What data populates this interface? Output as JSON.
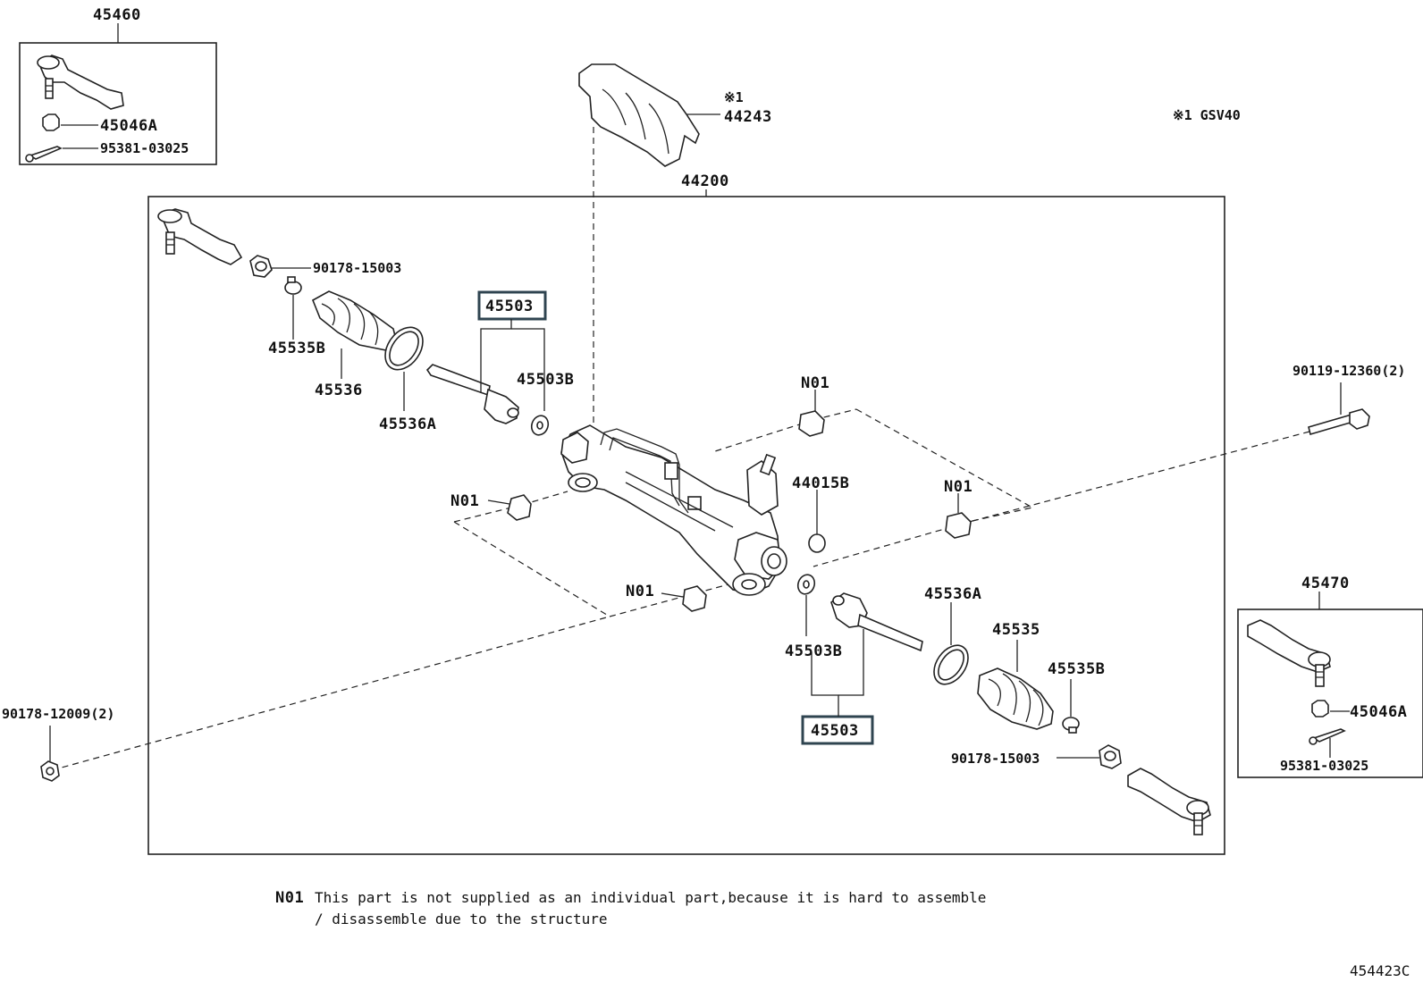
{
  "labels": {
    "p45460": "45460",
    "p45046a_top": "45046A",
    "p95381_top": "95381-03025",
    "p44243_mark": "※1",
    "p44243": "44243",
    "legend_gsv40": "※1 GSV40",
    "p44200": "44200",
    "p90178_15003_top": "90178-15003",
    "p45503_top": "45503",
    "p45535b_top": "45535B",
    "p45536": "45536",
    "p45503b_top": "45503B",
    "p45536a_top": "45536A",
    "n01_a": "N01",
    "n01_b": "N01",
    "n01_c": "N01",
    "n01_d": "N01",
    "p44015b": "44015B",
    "p90119": "90119-12360(2)",
    "p45470": "45470",
    "p45536a_bot": "45536A",
    "p45535": "45535",
    "p45503b_bot": "45503B",
    "p45535b_bot": "45535B",
    "p45503_bot": "45503",
    "p45046a_right": "45046A",
    "p95381_right": "95381-03025",
    "p90178_12009": "90178-12009(2)",
    "p90178_15003_bot": "90178-15003"
  },
  "note": {
    "code": "N01",
    "line1": "This part is not supplied as an individual part,because it is hard to assemble",
    "line2": "/ disassemble due to the structure"
  },
  "figure_id": "454423C",
  "colors": {
    "ink": "#222222",
    "highlight_frame": "#2f4450",
    "background": "#ffffff"
  }
}
